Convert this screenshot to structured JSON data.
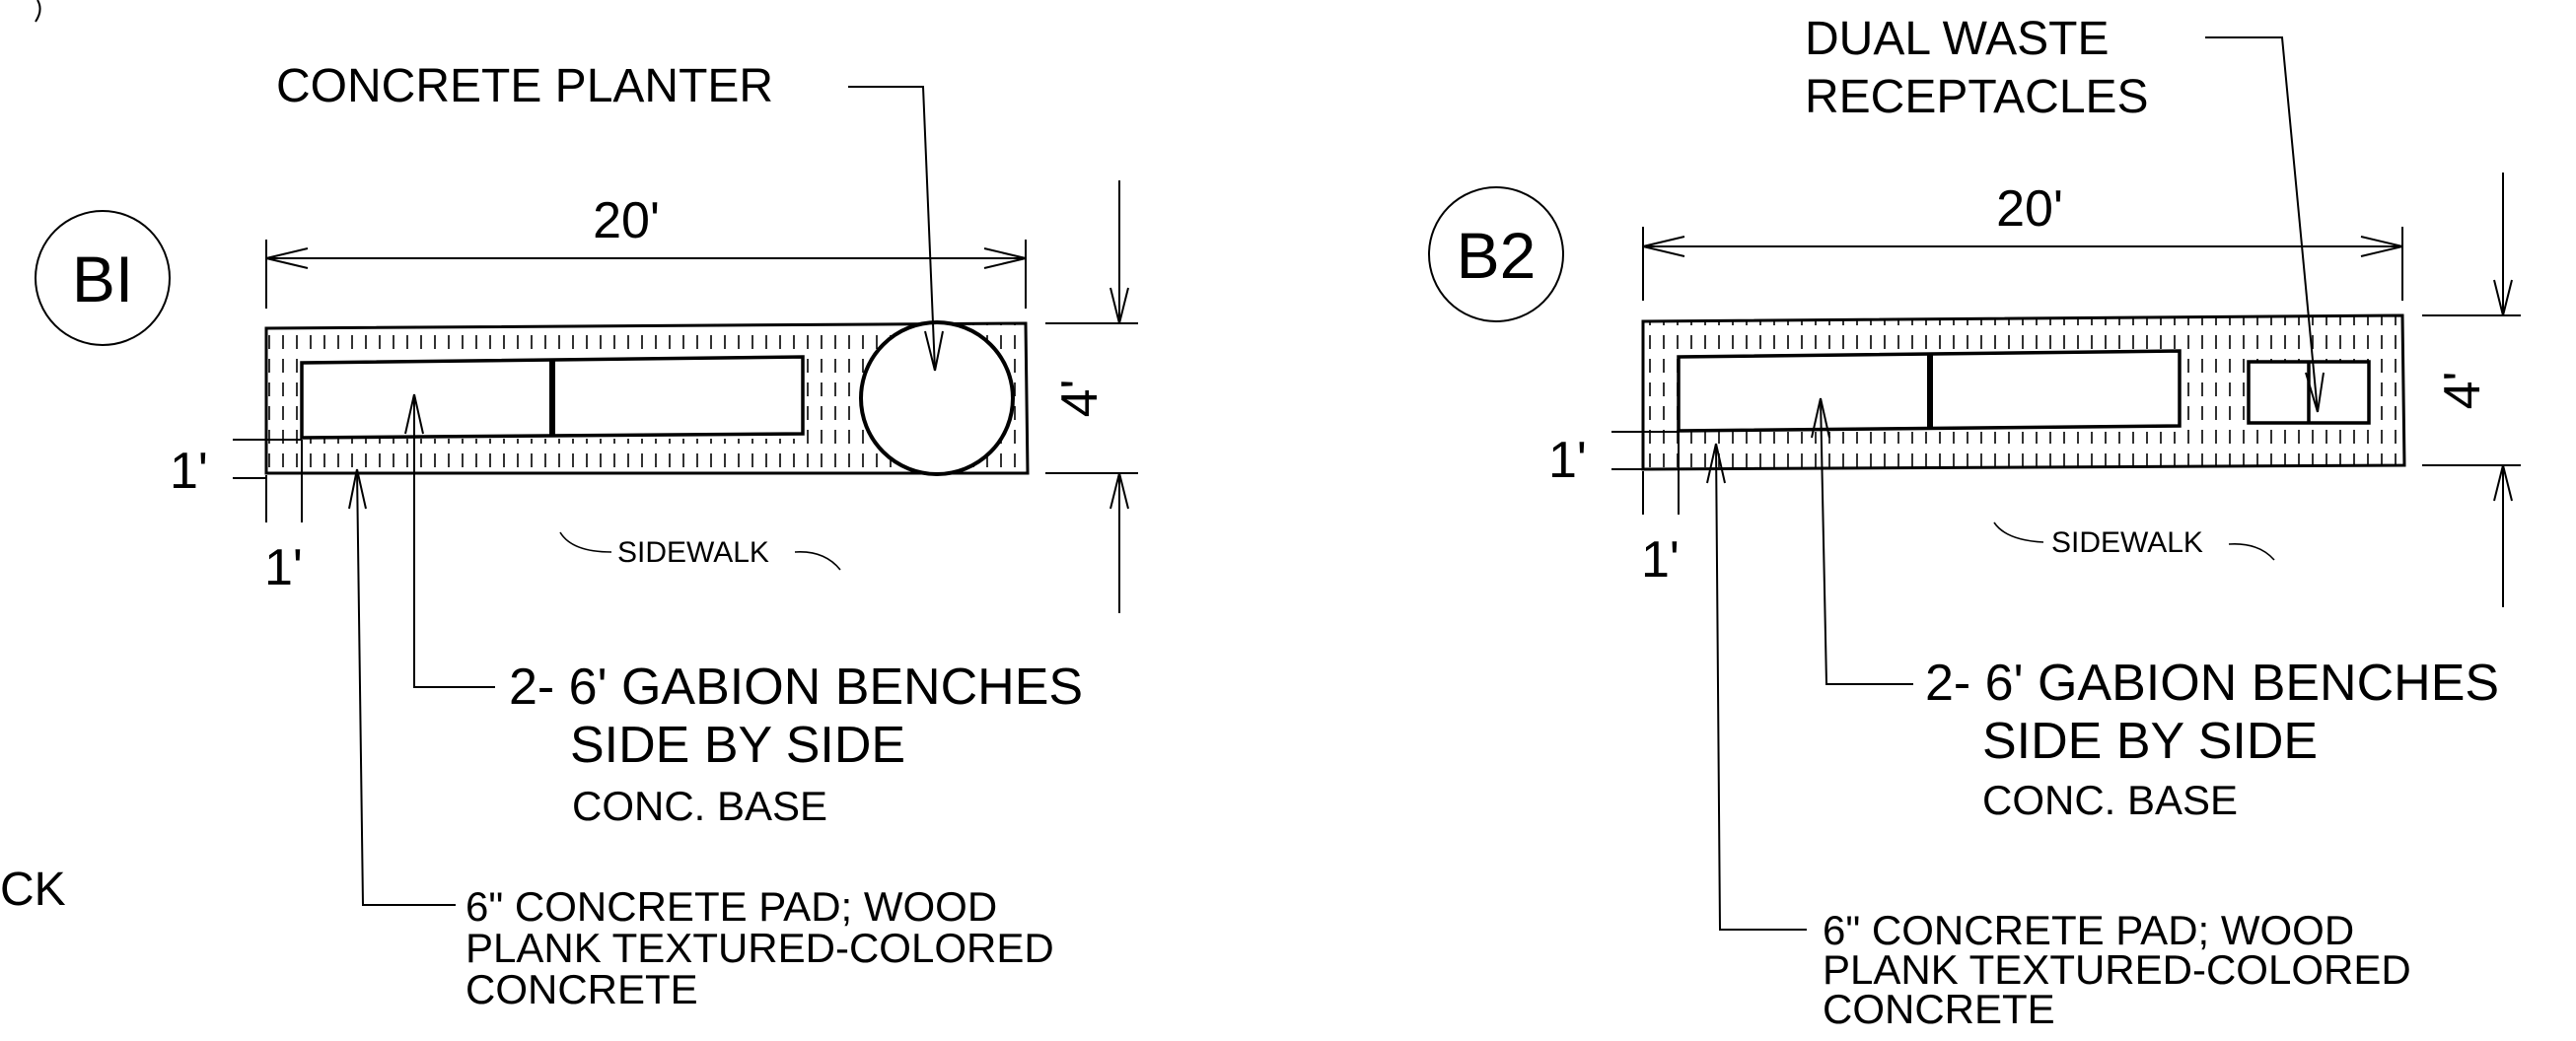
{
  "details": [
    {
      "id": "B1",
      "tag_text": "BI",
      "length_dim": "20'",
      "width_dim": "4'",
      "offset_dim_left": "1'",
      "offset_dim_bottom": "1'",
      "sidewalk_label": "SIDEWALK",
      "top_callout": [
        "CONCRETE PLANTER"
      ],
      "bench_callout": [
        "2- 6' GABION BENCHES",
        "SIDE BY SIDE",
        "CONC. BASE"
      ],
      "pad_callout": [
        "6\" CONCRETE PAD; WOOD",
        "PLANK TEXTURED-COLORED",
        "CONCRETE"
      ]
    },
    {
      "id": "B2",
      "tag_text": "B2",
      "length_dim": "20'",
      "width_dim": "4'",
      "offset_dim_left": "1'",
      "offset_dim_bottom": "1'",
      "sidewalk_label": "SIDEWALK",
      "top_callout": [
        "DUAL WASTE",
        "RECEPTACLES"
      ],
      "bench_callout": [
        "2- 6' GABION BENCHES",
        "SIDE BY SIDE",
        "CONC. BASE"
      ],
      "pad_callout": [
        "6\" CONCRETE PAD; WOOD",
        "PLANK TEXTURED-COLORED",
        "CONCRETE"
      ]
    }
  ],
  "edge_fragment": "CK"
}
